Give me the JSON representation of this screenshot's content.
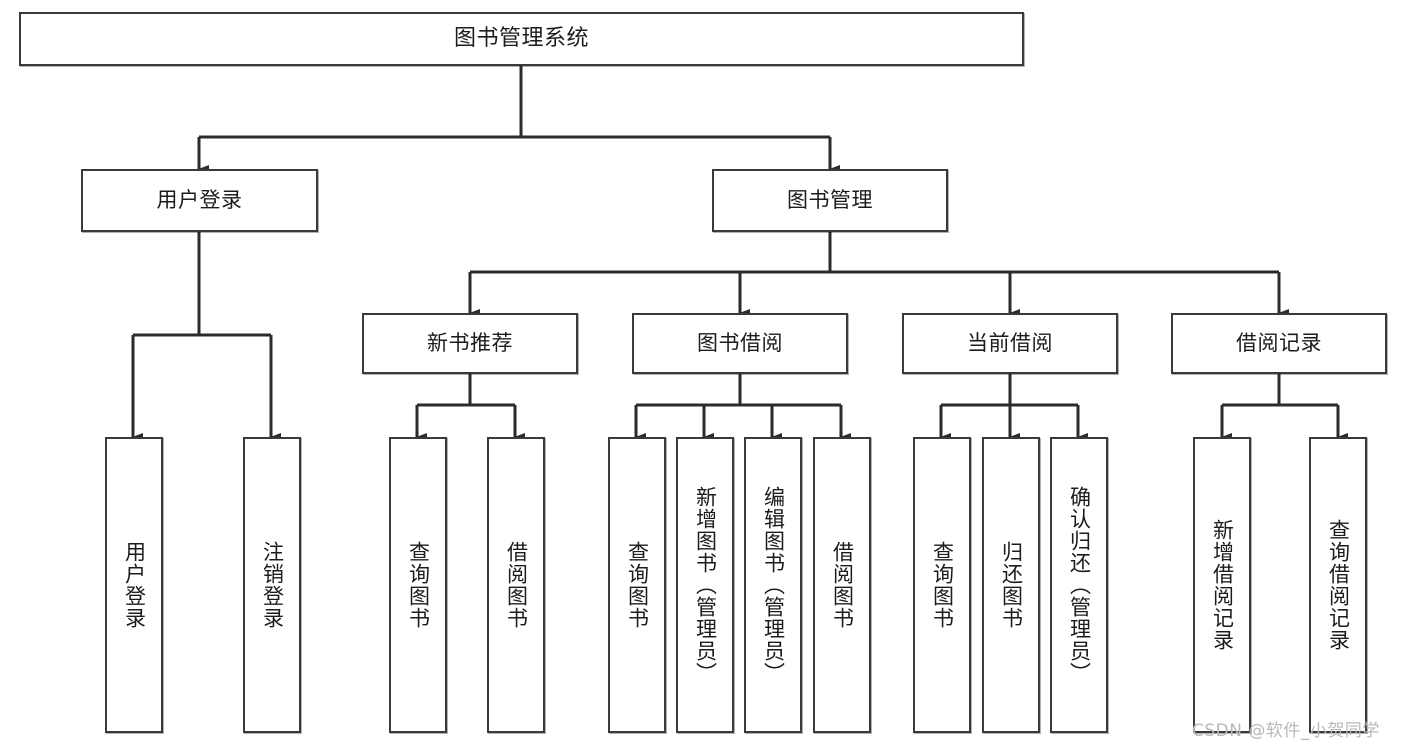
{
  "diagram": {
    "title": "图书管理系统",
    "type": "tree-hierarchy-chart",
    "watermark": "CSDN @软件_小贺同学",
    "colors": {
      "box_border": "#3a3a3a",
      "box_fill": "#ffffff",
      "connector": "#2b2b2b",
      "text": "#1c1c1c",
      "watermark": "#b9b9b9"
    }
  },
  "nodes": {
    "root": {
      "label": "图书管理系统"
    },
    "level2": [
      {
        "id": "user-login",
        "label": "用户登录"
      },
      {
        "id": "book-manage",
        "label": "图书管理"
      }
    ],
    "level3": [
      {
        "id": "new-book-recommend",
        "label": "新书推荐"
      },
      {
        "id": "book-borrow",
        "label": "图书借阅"
      },
      {
        "id": "current-borrow",
        "label": "当前借阅"
      },
      {
        "id": "borrow-record",
        "label": "借阅记录"
      }
    ],
    "leaves": [
      {
        "id": "leaf-user-login",
        "label": "用户登录",
        "parent": "user-login"
      },
      {
        "id": "leaf-logout-login",
        "label": "注销登录",
        "parent": "user-login"
      },
      {
        "id": "leaf-query-book-1",
        "label": "查询图书",
        "parent": "new-book-recommend"
      },
      {
        "id": "leaf-borrow-book-1",
        "label": "借阅图书",
        "parent": "new-book-recommend"
      },
      {
        "id": "leaf-query-book-2",
        "label": "查询图书",
        "parent": "book-borrow"
      },
      {
        "id": "leaf-add-book-admin",
        "label": "新增图书（管理员）",
        "parent": "book-borrow"
      },
      {
        "id": "leaf-edit-book-admin",
        "label": "编辑图书（管理员）",
        "parent": "book-borrow"
      },
      {
        "id": "leaf-borrow-book-2",
        "label": "借阅图书",
        "parent": "book-borrow"
      },
      {
        "id": "leaf-query-book-3",
        "label": "查询图书",
        "parent": "current-borrow"
      },
      {
        "id": "leaf-return-book",
        "label": "归还图书",
        "parent": "current-borrow"
      },
      {
        "id": "leaf-confirm-return-admin",
        "label": "确认归还（管理员）",
        "parent": "current-borrow"
      },
      {
        "id": "leaf-add-borrow-record",
        "label": "新增借阅记录",
        "parent": "borrow-record"
      },
      {
        "id": "leaf-query-borrow-record",
        "label": "查询借阅记录",
        "parent": "borrow-record"
      }
    ]
  }
}
